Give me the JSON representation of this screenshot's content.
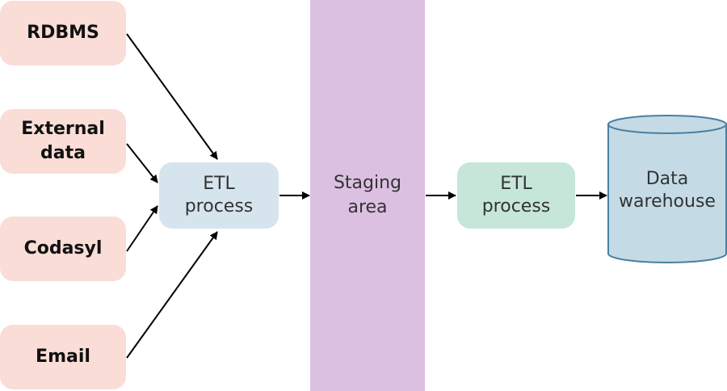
{
  "sources": [
    {
      "id": "rdbms",
      "label": "RDBMS"
    },
    {
      "id": "external-data",
      "label": "External\ndata"
    },
    {
      "id": "codasyl",
      "label": "Codasyl"
    },
    {
      "id": "email",
      "label": "Email"
    }
  ],
  "etl_first": {
    "label": "ETL\nprocess"
  },
  "staging": {
    "label": "Staging\narea"
  },
  "etl_second": {
    "label": "ETL\nprocess"
  },
  "warehouse": {
    "label": "Data\nwarehouse"
  },
  "colors": {
    "source_fill": "#f9ddd6",
    "etl_first_fill": "#d6e4ee",
    "staging_fill": "#dcc0e2",
    "etl_second_fill": "#c5e6d9",
    "warehouse_fill": "#c4dbe6",
    "warehouse_stroke": "#4a7fa0",
    "arrow": "#000000"
  }
}
